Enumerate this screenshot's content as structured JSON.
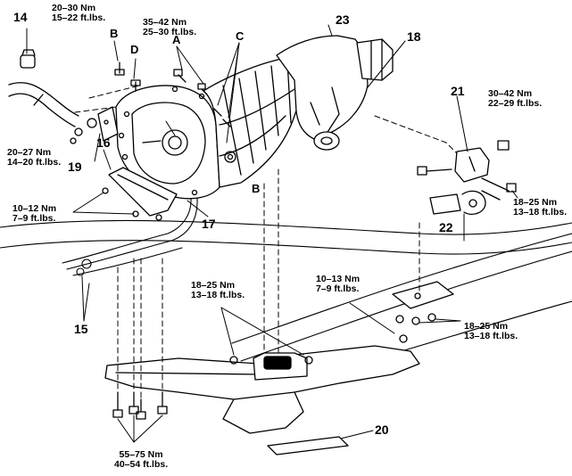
{
  "callouts": {
    "n14": "14",
    "n15": "15",
    "n16": "16",
    "n17": "17",
    "n18": "18",
    "n19": "19",
    "n20": "20",
    "n21": "21",
    "n22": "22",
    "n23": "23",
    "a": "A",
    "b_top": "B",
    "b_mid": "B",
    "c": "C",
    "d": "D"
  },
  "torque_specs": {
    "t14": {
      "nm": "20–30 Nm",
      "ftlbs": "15–22 ft.lbs."
    },
    "t_bellhousing": {
      "nm": "35–42 Nm",
      "ftlbs": "25–30 ft.lbs."
    },
    "t_mount_nut": {
      "nm": "30–42 Nm",
      "ftlbs": "22–29 ft.lbs."
    },
    "t19": {
      "nm": "20–27 Nm",
      "ftlbs": "14–20 ft.lbs."
    },
    "t_cover": {
      "nm": "10–12 Nm",
      "ftlbs": "7–9 ft.lbs."
    },
    "t_mount_bolts": {
      "nm": "18–25 Nm",
      "ftlbs": "13–18 ft.lbs."
    },
    "t_cross_left": {
      "nm": "18–25 Nm",
      "ftlbs": "13–18 ft.lbs."
    },
    "t_cross_mid": {
      "nm": "10–13 Nm",
      "ftlbs": "7–9 ft.lbs."
    },
    "t_cross_right": {
      "nm": "18–25 Nm",
      "ftlbs": "13–18 ft.lbs."
    },
    "t_crossmember": {
      "nm": "55–75 Nm",
      "ftlbs": "40–54 ft.lbs."
    }
  }
}
